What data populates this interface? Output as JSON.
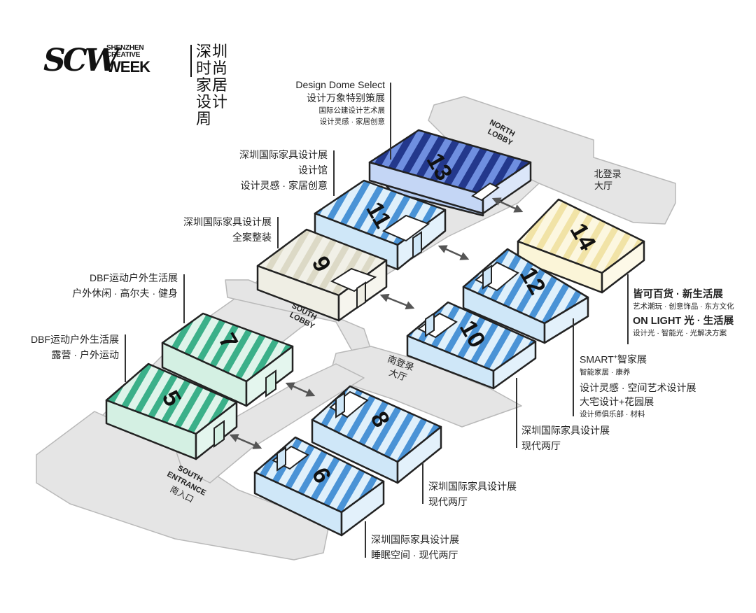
{
  "logo": {
    "mark": "SCW",
    "en_line1": "SHENZHEN",
    "en_line2": "CREATIVE",
    "en_line3": "WEEK",
    "cn_line1": "深圳时尚",
    "cn_line2": "家居设计周"
  },
  "colors": {
    "blue_dark": "#2b3f8f",
    "blue_mid": "#3f8fd2",
    "blue_light": "#cde9f8",
    "blue_pale": "#dff0fb",
    "green": "#3bb089",
    "green_light": "#d6f1e6",
    "beige": "#efeee4",
    "beige_stripe": "#dcd9c6",
    "cream": "#fbf5d8",
    "cream_stripe": "#f2e3a3",
    "ground": "#e6e6e6"
  },
  "halls": {
    "h5": "5",
    "h6": "6",
    "h7": "7",
    "h8": "8",
    "h9": "9",
    "h10": "10",
    "h11": "11",
    "h12": "12",
    "h13": "13",
    "h14": "14"
  },
  "zones": {
    "north_lobby": [
      "NORTH",
      "LOBBY"
    ],
    "north_hall": [
      "北登录",
      "大厅"
    ],
    "south_lobby": [
      "SOUTH",
      "LOBBY"
    ],
    "south_hall": [
      "南登录",
      "大厅"
    ],
    "south_entrance": [
      "SOUTH",
      "ENTRANCE",
      "南入口"
    ]
  },
  "labels": {
    "l13": {
      "l1": "Design Dome Select",
      "l2": "设计万象特别策展",
      "l3": "国际公建设计艺术展",
      "l4": "设计灵感 · 家居创意"
    },
    "l11": {
      "l1": "深圳国际家具设计展",
      "l2": "设计馆",
      "l3": "设计灵感 · 家居创意"
    },
    "l9": {
      "l1": "深圳国际家具设计展",
      "l2": "全案整装"
    },
    "l7a": {
      "l1": "DBF运动户外生活展",
      "l2": "户外休闲 · 高尔夫 · 健身"
    },
    "l7b": {
      "l1": "DBF运动户外生活展",
      "l2": "露营 · 户外运动"
    },
    "l14": {
      "l1": "皆可百货 · 新生活展",
      "l2": "艺术潮玩 · 创意饰品 · 东方文化",
      "l3": "ON LIGHT 光 · 生活展",
      "l4": "设计光 · 智能光 · 光解决方案"
    },
    "l12": {
      "l1": "SMART",
      "l1sup": "+",
      "l1b": "智家展",
      "l2": "智能家居 · 康养",
      "l3": "设计灵感 · 空间艺术设计展",
      "l4": "大宅设计+花园展",
      "l5": "设计师俱乐部 · 材料"
    },
    "l10": {
      "l1": "深圳国际家具设计展",
      "l2": "现代两厅"
    },
    "l8": {
      "l1": "深圳国际家具设计展",
      "l2": "现代两厅"
    },
    "l6": {
      "l1": "深圳国际家具设计展",
      "l2": "睡眠空间 · 现代两厅"
    }
  }
}
